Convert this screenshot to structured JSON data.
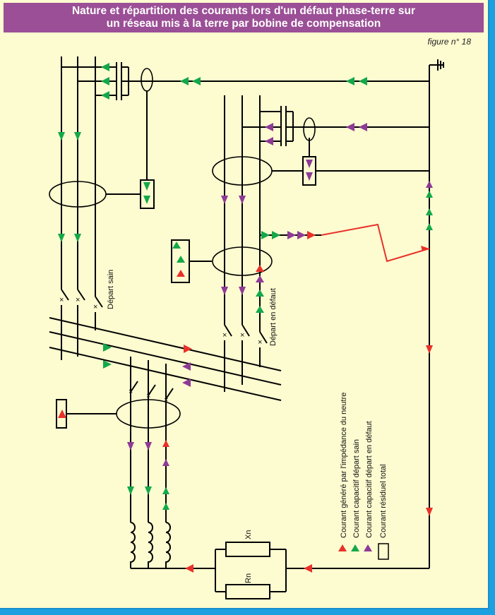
{
  "title": {
    "line1": "Nature et répartition des courants lors d'un défaut phase-terre sur",
    "line2": "un réseau mis à la terre par bobine de compensation"
  },
  "figure_label": "figure n° 18",
  "labels": {
    "depart_sain": "Départ sain",
    "depart_defaut": "Départ en défaut",
    "xn": "Xn",
    "rn": "Rn"
  },
  "legend": [
    {
      "text": "Courant généré par l'impédance du neutre",
      "color": "#e8312a"
    },
    {
      "text": "Courant capacitif départ sain",
      "color": "#14a84a"
    },
    {
      "text": "Courant capacitif départ en défaut",
      "color": "#8e3a96"
    },
    {
      "text": "Courant résiduel total",
      "color": "none"
    }
  ],
  "colors": {
    "red": "#e8312a",
    "green": "#14a84a",
    "purple": "#8e3a96",
    "title_bg": "#9b4f96",
    "page_bg": "#fdfbd0",
    "border": "#1da0e0"
  }
}
